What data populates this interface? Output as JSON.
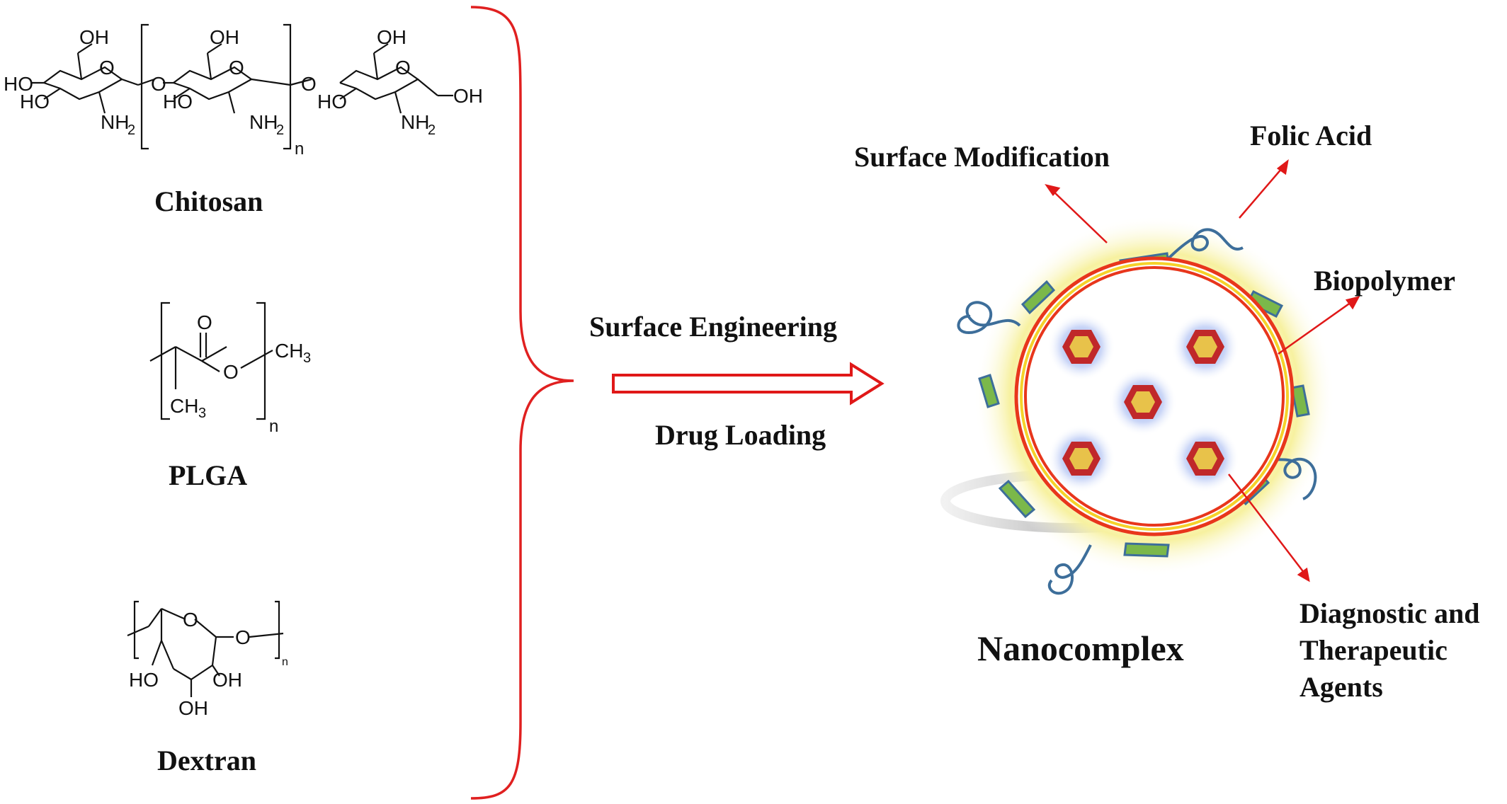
{
  "polymers": {
    "chitosan": {
      "name": "Chitosan",
      "atoms": {
        "oh_top_1": "OH",
        "ho_left_1": "HO",
        "ho_left_2": "HO",
        "o_ring_1": "O",
        "nh2_1": "NH",
        "o_link_1": "O",
        "oh_top_2": "OH",
        "ho_left_3": "HO",
        "o_ring_2": "O",
        "nh2_2": "NH",
        "o_link_2": "O",
        "oh_top_3": "OH",
        "ho_left_4": "HO",
        "o_ring_3": "O",
        "oh_right": "OH",
        "nh2_3": "NH",
        "sub_2": "2",
        "repeat": "n"
      }
    },
    "plga": {
      "name": "PLGA",
      "atoms": {
        "o_dbl": "O",
        "o_ester": "O",
        "ch3_right": "CH",
        "ch3_bottom": "CH",
        "sub_3": "3",
        "repeat": "n"
      }
    },
    "dextran": {
      "name": "Dextran",
      "atoms": {
        "o_ring": "O",
        "o_link": "O",
        "ho_left": "HO",
        "oh_mid": "OH",
        "oh_bottom": "OH",
        "repeat": "n"
      }
    }
  },
  "process": {
    "top_label": "Surface Engineering",
    "bottom_label": "Drug Loading"
  },
  "nanocomplex": {
    "title": "Nanocomplex",
    "callouts": {
      "surface_modification": "Surface Modification",
      "folic_acid": "Folic Acid",
      "biopolymer": "Biopolymer",
      "agents_line1": "Diagnostic and",
      "agents_line2": "Therapeutic",
      "agents_line3": "Agents"
    }
  },
  "colors": {
    "brace": "#e02020",
    "arrow": "#e01818",
    "shell": "#e8361c",
    "shell_inner": "#f5d22a",
    "halo": "#f7f3a0",
    "drug_outer": "#c0282a",
    "drug_inner": "#e8c24a",
    "drug_glow": "#6f8fe6",
    "biopolymer_patch": "#7bb84a",
    "folic_wave": "#3d6e9a"
  }
}
